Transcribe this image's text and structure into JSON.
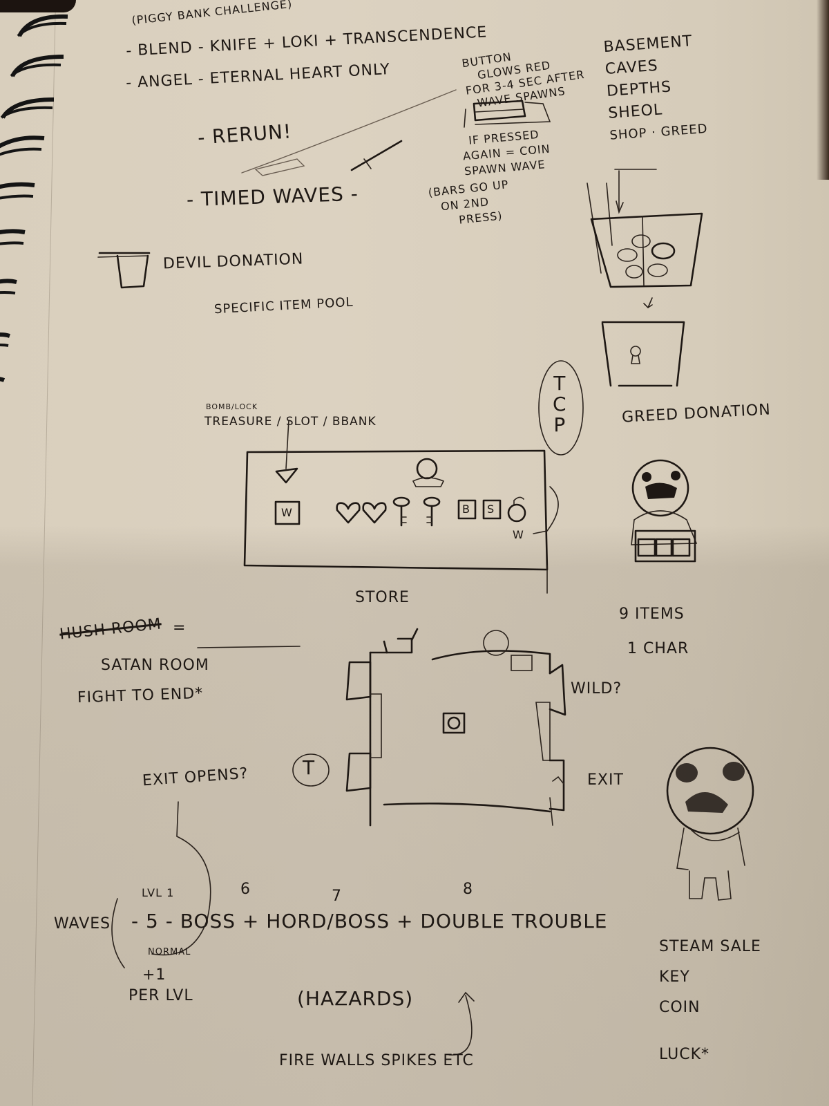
{
  "notebook": {
    "paper_color": "#dbd1c0",
    "ink_color": "#1e1814",
    "ring_color": "#141414",
    "spiral_ring_count": 9
  },
  "top_notes": {
    "bracket_header": "(piggy bank challenge)",
    "line1": "- Blend - Knife + Loki + Transcendence",
    "line2": "- Angel - Eternal heart only",
    "rerun": "- Rerun!",
    "timed_waves": "- Timed waves -"
  },
  "button_notes": {
    "lines": [
      "Button",
      "glows red",
      "for 3-4 sec after",
      "wave spawns"
    ],
    "pressed_lines": [
      "If pressed",
      "again = coin",
      "spawn wave"
    ],
    "bars_lines": [
      "(Bars go up",
      "on 2nd",
      "press)"
    ]
  },
  "floors": {
    "items": [
      "Basement",
      "Caves",
      "Depths",
      "Sheol",
      "Shop · Greed"
    ]
  },
  "devil_donation": {
    "label": "Devil donation",
    "sub_label": "Specific item pool"
  },
  "greed_donation": {
    "label": "Greed donation"
  },
  "store": {
    "top_label_small": "Bomb/Lock",
    "top_label": "Treasure / Slot / BBank",
    "caption": "Store",
    "side_letters": [
      "T",
      "C",
      "P"
    ],
    "left_box_letter": "W",
    "items": [
      {
        "icon": "heart-icon",
        "label": ""
      },
      {
        "icon": "heart-icon",
        "label": ""
      },
      {
        "icon": "key-icon",
        "label": ""
      },
      {
        "icon": "key-icon",
        "label": ""
      },
      {
        "icon": "boxed-letter-icon",
        "label": "B"
      },
      {
        "icon": "boxed-letter-icon",
        "label": "S"
      },
      {
        "icon": "bomb-icon",
        "label": ""
      }
    ],
    "bomb_note": "W"
  },
  "character_notes": {
    "items_count": "9 Items",
    "char_count": "1 Char"
  },
  "satan_room": {
    "crossed_out": "Hush room",
    "equals": "=",
    "line1": "Satan room",
    "line2": "Fight to end*"
  },
  "room_map": {
    "wild_label": "Wild?",
    "exit_label": "Exit",
    "exit_opens": "Exit opens?",
    "circled_letter": "T"
  },
  "waves": {
    "label": "Waves",
    "sequence": "- 5 - Boss + Hord/Boss + Double Trouble",
    "wave_count": "5",
    "level_label": "Lvl 1",
    "normal_label": "normal",
    "numbers": [
      "6",
      "7",
      "8"
    ],
    "per_level": [
      "+1",
      "per lvl"
    ]
  },
  "hazards": {
    "label": "(Hazards)",
    "examples": "Fire walls   spikes etc"
  },
  "steam_sale": {
    "lines": [
      "Steam sale",
      "key",
      "coin",
      "luck*"
    ]
  }
}
